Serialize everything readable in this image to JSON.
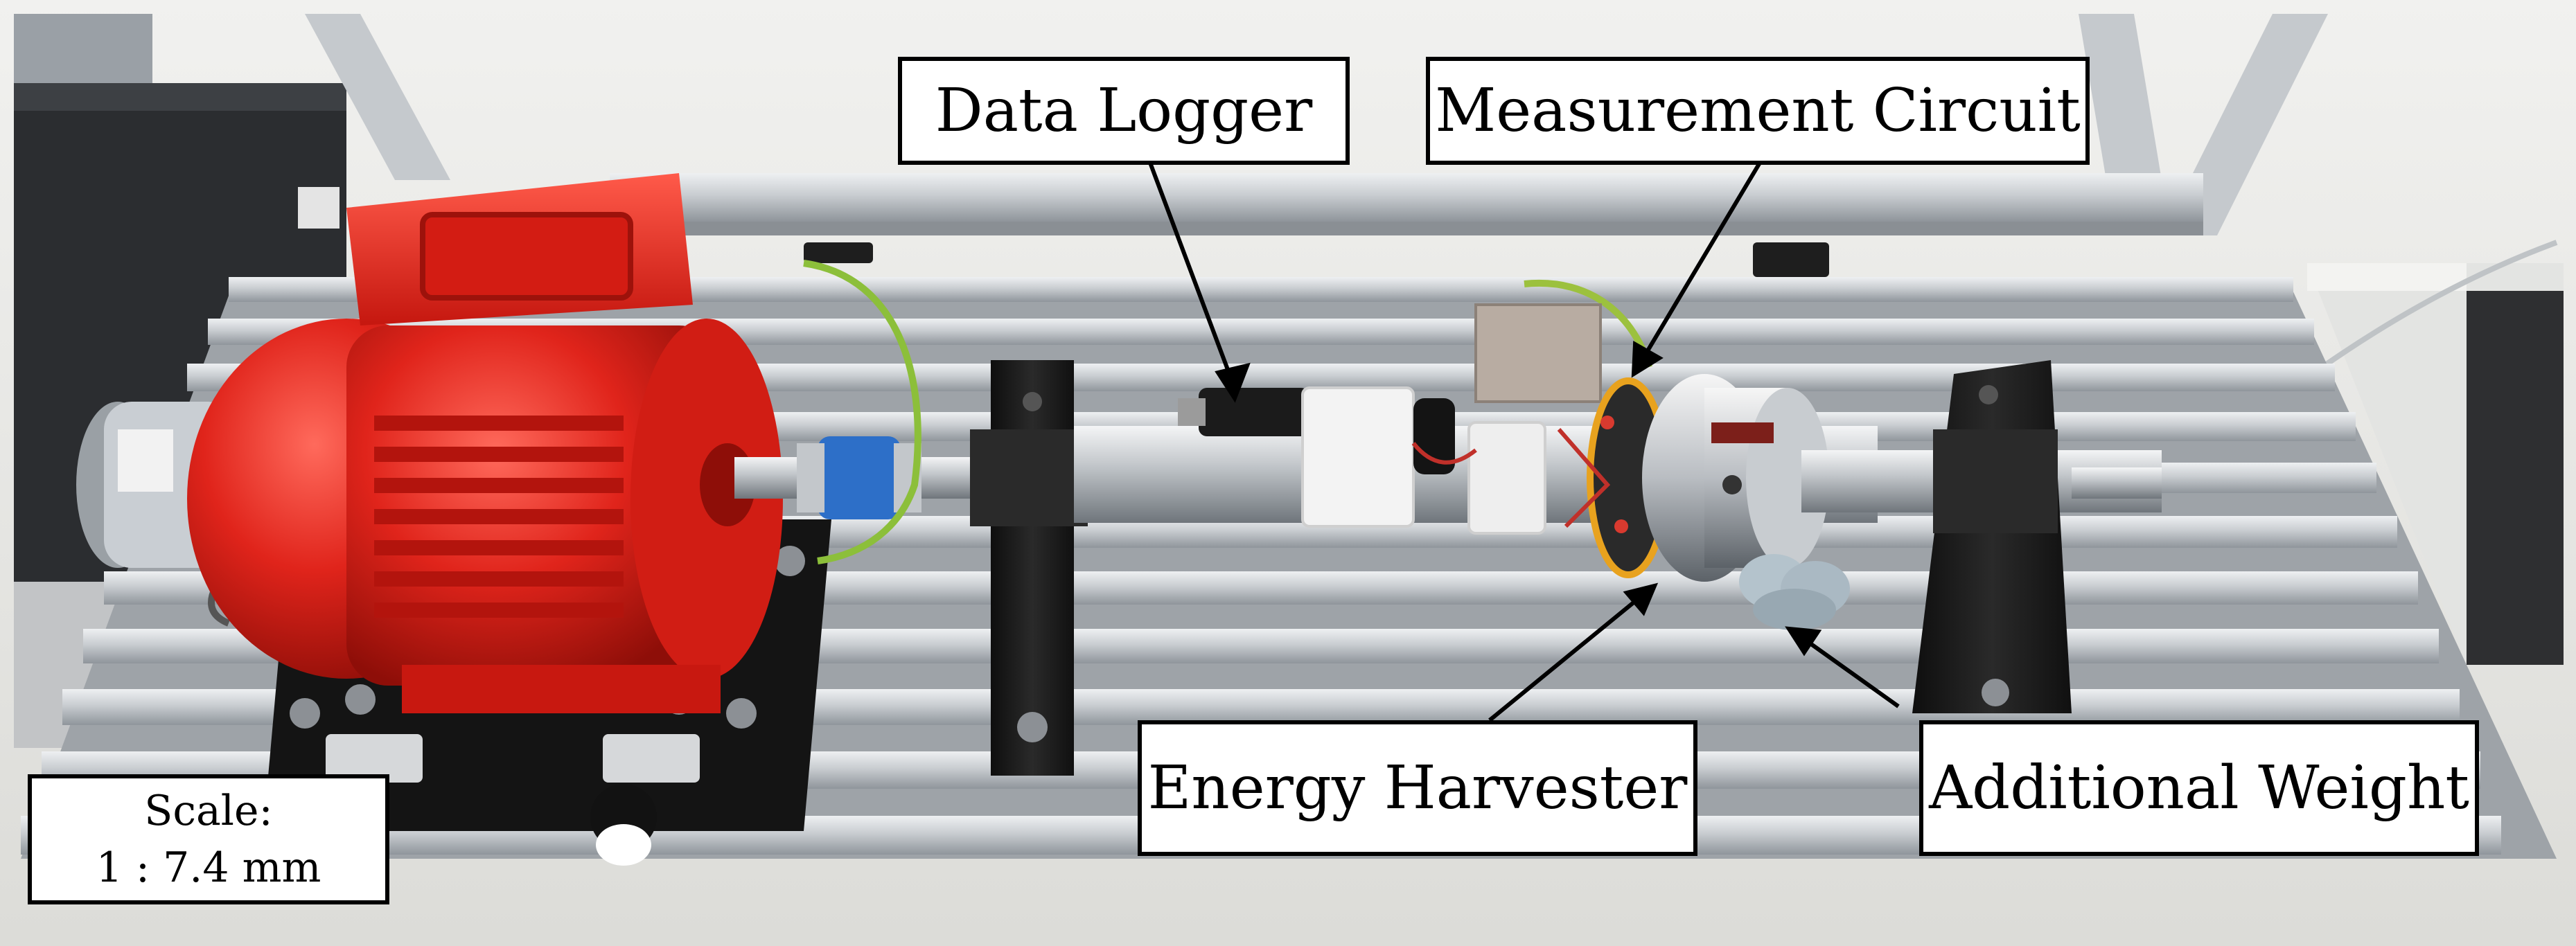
{
  "labels": {
    "data_logger": "Data Logger",
    "measurement_circuit": "Measurement Circuit",
    "energy_harvester": "Energy Harvester",
    "additional_weight": "Additional Weight"
  },
  "scale": {
    "title": "Scale:",
    "value": "1 : 7.4 mm"
  },
  "colors": {
    "motor": "#e0241b",
    "rail": "#c9cdd1",
    "shaft": "#b8bcc0",
    "bracket": "#1e1e1e"
  }
}
